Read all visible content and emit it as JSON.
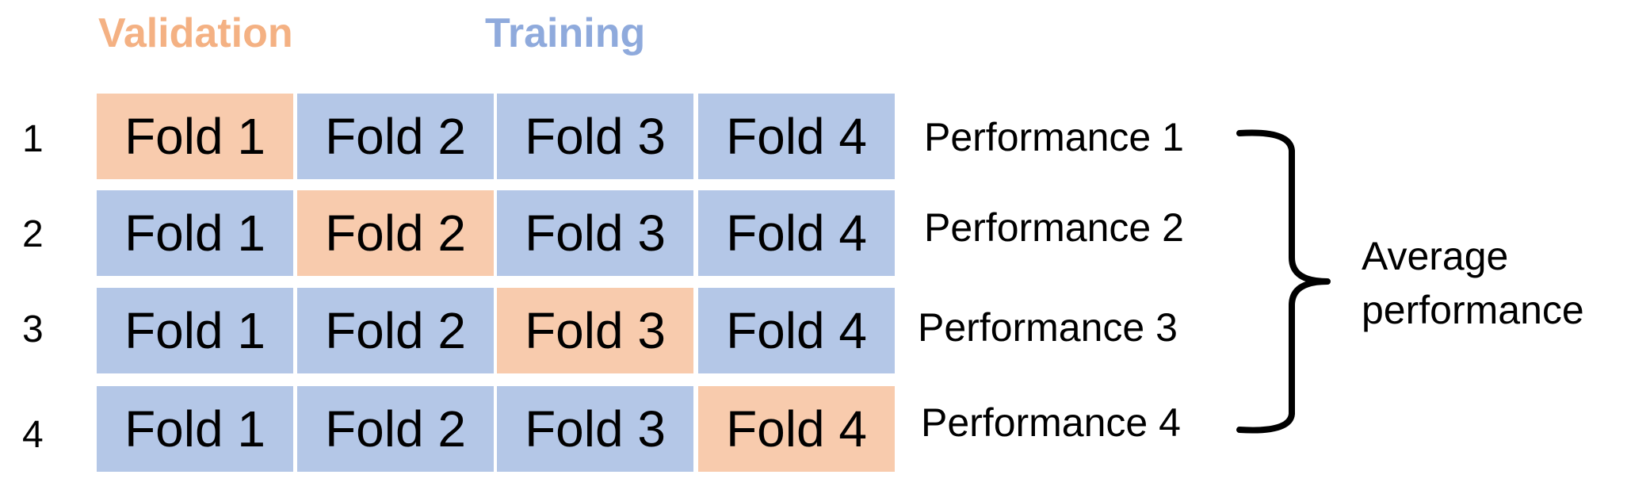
{
  "legend": {
    "validation": {
      "label": "Validation",
      "color": "#f5c4a3"
    },
    "training": {
      "label": "Training",
      "color": "#b4c7e7"
    }
  },
  "colors": {
    "validation_text": "#f4b183",
    "training_text": "#8faadc",
    "validation_fill": "#f8cbad",
    "training_fill": "#b4c7e7",
    "brace": "#000000"
  },
  "rows": [
    {
      "number": "1",
      "folds": [
        "Fold 1",
        "Fold 2",
        "Fold 3",
        "Fold 4"
      ],
      "validation_index": 0,
      "performance": "Performance 1"
    },
    {
      "number": "2",
      "folds": [
        "Fold 1",
        "Fold 2",
        "Fold 3",
        "Fold 4"
      ],
      "validation_index": 1,
      "performance": "Performance 2"
    },
    {
      "number": "3",
      "folds": [
        "Fold 1",
        "Fold 2",
        "Fold 3",
        "Fold 4"
      ],
      "validation_index": 2,
      "performance": "Performance 3"
    },
    {
      "number": "4",
      "folds": [
        "Fold 1",
        "Fold 2",
        "Fold 3",
        "Fold 4"
      ],
      "validation_index": 3,
      "performance": "Performance 4"
    }
  ],
  "average": {
    "line1": "Average",
    "line2": "performance"
  }
}
